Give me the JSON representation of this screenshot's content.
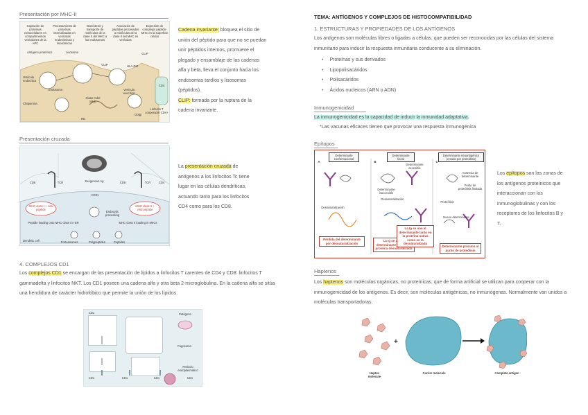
{
  "left": {
    "mhc2_title": "Presentación por MHC-II",
    "mhc2_fig": {
      "headers": [
        "Captación de proteínas extracelulares en compartimentos vesiculares de la APC",
        "Procesamiento de proteínas internalizadas en vesículas endosómicas y lisosómicas",
        "Biosíntesis y transporte de moléculas de la clase II del MHC a los endosomas",
        "Asociación de péptidos procesados a moléculas de la clase II del MHC en vesículas",
        "Expresión de complejos péptido-MHC en la superficie celular"
      ],
      "labels": [
        "Antígeno proteínico",
        "Lisosoma",
        "Vesícula endocítica",
        "Endosoma",
        "Chaperona",
        "CLIP",
        "HLA-DM",
        "Clase II del MHC",
        "Vesícula exocítica",
        "CLIP",
        "Golgi",
        "CD4",
        "Linfocito T cooperador CD4+",
        "RE"
      ]
    },
    "mhc2_text": {
      "hl1": "Cadena invariante:",
      "t1": " bloquea el sitio de unión del péptido para que no se puedan unir péptidos internos, promueve el plegado y ensamblaje de las cadenas alfa y beta, lleva el conjunto hacia los endosomas tardíos y lisosomas (péptidos).",
      "hl2": "CLIP:",
      "t2": " formada por la ruptura de la cadena invariante."
    },
    "cross_title": "Presentación cruzada",
    "cross_fig": {
      "labels": [
        "CD8",
        "TCR",
        "Exogenous Ag",
        "CD8",
        "TCR",
        "CD4",
        "MHC class I + viral peptide",
        "CD91",
        "Endocytic processing",
        "MHC class II + viral peptide",
        "Peptide loading onto MHC class I in ER",
        "MHC class II loading in MIICs",
        "Dendritic cell",
        "Proteasomes",
        "Polypeptides",
        "Peptides"
      ]
    },
    "cross_text": {
      "t0": "La ",
      "hl": "presentación cruzada",
      "t1": " de antígenos a los linfocitos Tc tiene lugar en las células dendríticas, actuando tanto para los linfocitos CD4 como para los CD8."
    },
    "cd1_title": "4.    COMPLEJOS CD1",
    "cd1_text": {
      "t0": "Los ",
      "hl": "complejos CD1",
      "t1": " se encargan de las presentación de lípidos a linfocitos T carentes de CD4 y CD8: linfocitos T gammadelta y linfocitos NKT. Los CD1 poseen una cadena alfa y otra beta 2-microglobulina. En la cadena alfa se sitúa una hendidura de carácter hidrofóbico que permite la unión de los lípidos."
    },
    "cd1_fig": {
      "labels": [
        "CD1",
        "Patógeno",
        "Fagosoma",
        "Retículo endoplasmático",
        "CD1",
        "CD1",
        "CD1",
        "CD1"
      ]
    }
  },
  "right": {
    "main_title": "TEMA: ANTÍGENOS Y COMPLEJOS DE HISTOCOMPATIBILIDAD",
    "s1_title": "1.    ESTRUCTURAS Y PROPIEDADES DE LOS ANTÍGENOS",
    "s1_text": "Los antígenos son moléculas libres o ligadas a células, que pueden ser reconocidas por las células del sistema inmunitario para inducir la respuesta inmunitaria conducente a su eliminación.",
    "s1_list": [
      "Proteínas y sus derivados",
      "Lipopolisacáridos",
      "Polisacáridos",
      "Ácidos nucleicos (ARN o ADN)"
    ],
    "immuno_title": "Inmunogenicidad",
    "immuno_hl": "La inmunogenicidad es la capacidad de inducir la inmunidad adaptativa.",
    "immuno_note": "*Las vacunas eficaces tienen que provocar una respuesta inmunogénica",
    "epi_title": "Epítopos",
    "epi_fig": {
      "panel_letters": [
        "A",
        "B",
        "C"
      ],
      "headers": [
        "Determinante conformacional",
        "Determinante lineal",
        "Determinante neoantigénico (creado por proteólisis)"
      ],
      "labels": [
        "Desnaturalización",
        "Determinante accesible",
        "Determinante inaccesible",
        "Desnaturalización",
        "Ausencia de determinante",
        "Punto de proteólisis limitada",
        "Nuevo determinante",
        "Proteólisis"
      ],
      "red_labels": [
        "Pérdida del determinante por desnaturalización",
        "La Ig se une al determinante solo en la proteína desnaturalizada",
        "La Ig se une al determinante tanto en la proteína nativa como en la desnaturalizada",
        "Determinante próximo al punto de proteólisis"
      ]
    },
    "epi_text": {
      "t0": "Los ",
      "hl": "epítopos",
      "t1": " son las zonas de los antígenos proteínicos que interaccionan con los inmunoglobulinas y con los receptores de los linfocitos B y T."
    },
    "hap_title": "Haptenos",
    "hap_text": {
      "t0": "Los ",
      "hl": "haptenos",
      "t1": " son moléculas orgánicas, no proteínicas, que de forma artificial se utilizan para cooperar con la inmunogenicidad de los antígenos. Es decir, son moléculas antigénicas, no inmunógenas. Normalmente van unidos a moléculas transportadoras."
    },
    "hap_fig": {
      "labels": [
        "Hapten molecule",
        "Carrier molecule",
        "Complete antigen"
      ],
      "plus": "+"
    }
  },
  "colors": {
    "highlight": "#fbf17a",
    "highlight_cyan": "#c6f3ec",
    "carrier": "#6cb9cc",
    "hapten": "#e9b3a8",
    "epitope_frame": "#c0392b"
  }
}
